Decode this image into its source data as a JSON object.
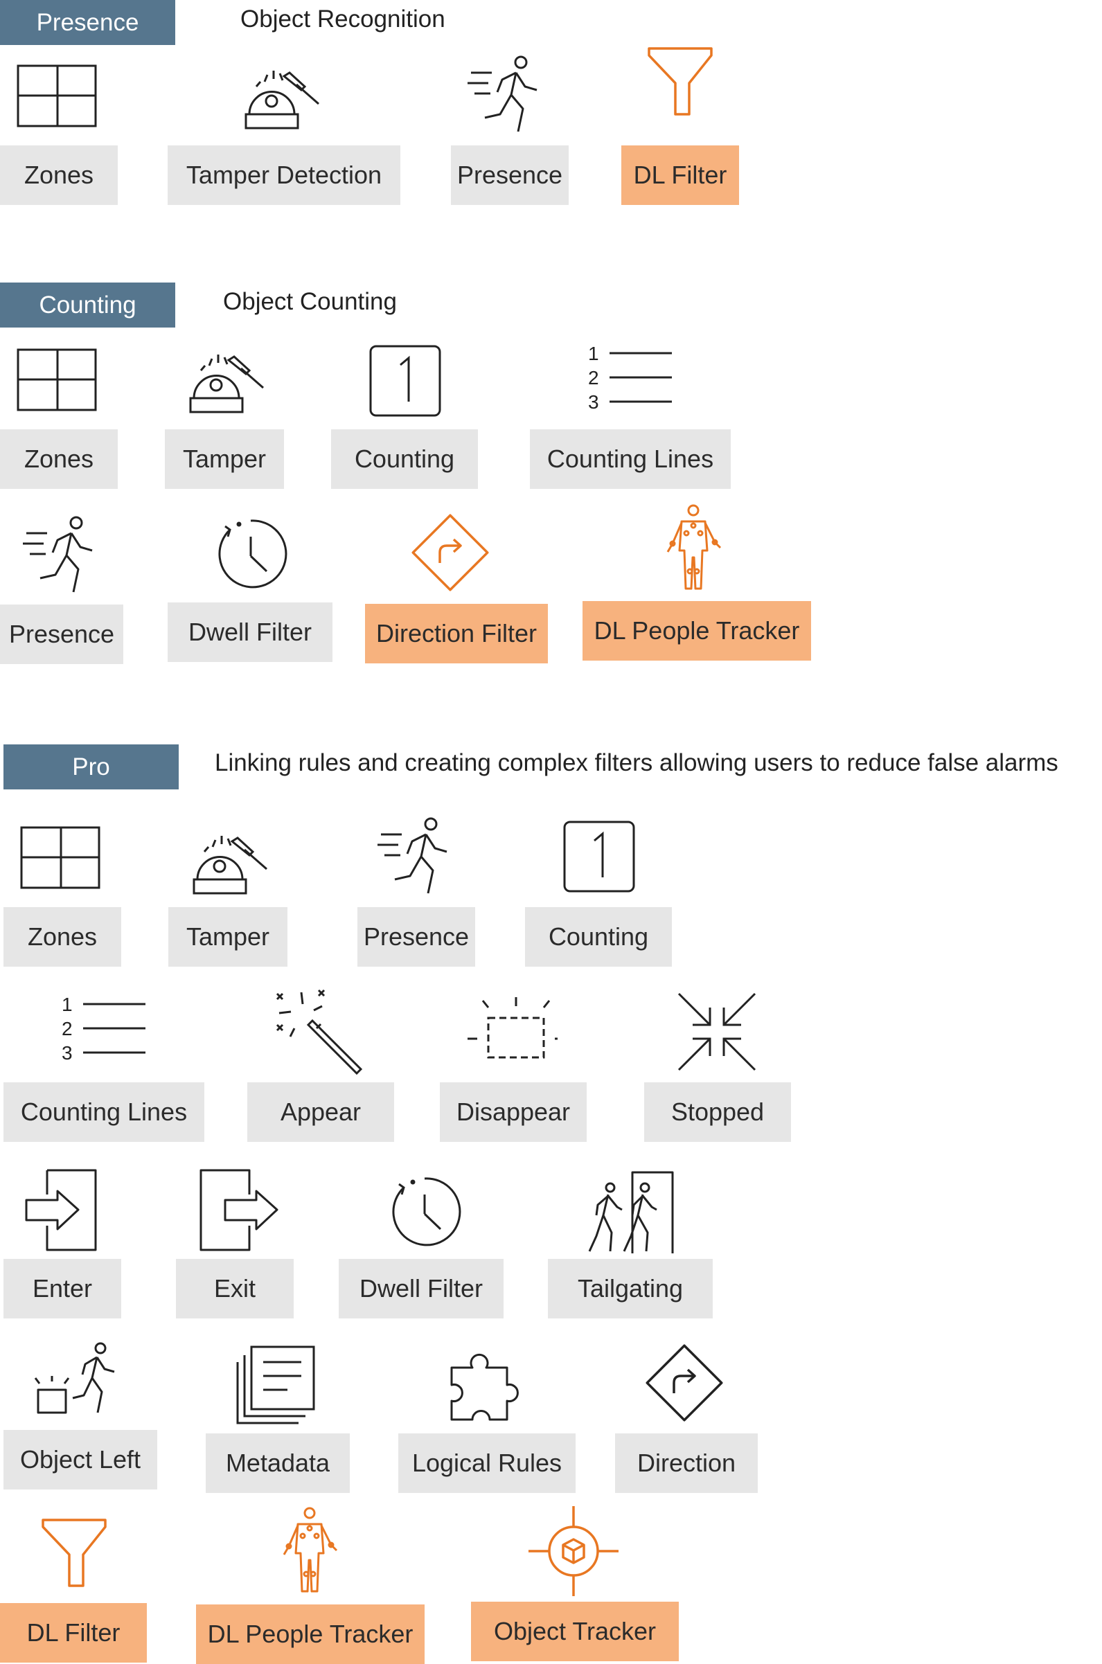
{
  "colors": {
    "tier_bg": "#56768e",
    "label_bg": "#e6e6e6",
    "dl_label_bg": "#f7b27e",
    "dl_icon": "#e87722",
    "icon": "#222222"
  },
  "presence": {
    "tier": "Presence",
    "desc": "Object Recognition",
    "items": [
      {
        "label": "Zones",
        "icon": "zones-icon"
      },
      {
        "label": "Tamper Detection",
        "icon": "tamper-icon"
      },
      {
        "label": "Presence",
        "icon": "running-person-icon"
      },
      {
        "label": "DL Filter",
        "icon": "funnel-icon",
        "dl": true
      }
    ]
  },
  "counting": {
    "tier": "Counting",
    "desc": "Object Counting",
    "items": [
      {
        "label": "Zones",
        "icon": "zones-icon"
      },
      {
        "label": "Tamper",
        "icon": "tamper-icon"
      },
      {
        "label": "Counting",
        "icon": "counter-icon"
      },
      {
        "label": "Counting Lines",
        "icon": "numbered-lines-icon"
      },
      {
        "label": "Presence",
        "icon": "running-person-icon"
      },
      {
        "label": "Dwell Filter",
        "icon": "clock-icon"
      },
      {
        "label": "Direction Filter",
        "icon": "direction-sign-icon",
        "dl": true
      },
      {
        "label": "DL People Tracker",
        "icon": "skeleton-person-icon",
        "dl": true
      }
    ]
  },
  "pro": {
    "tier": "Pro",
    "desc": "Linking rules and creating complex filters allowing users to reduce false alarms",
    "items": [
      {
        "label": "Zones",
        "icon": "zones-icon"
      },
      {
        "label": "Tamper",
        "icon": "tamper-icon"
      },
      {
        "label": "Presence",
        "icon": "running-person-icon"
      },
      {
        "label": "Counting",
        "icon": "counter-icon"
      },
      {
        "label": "Counting Lines",
        "icon": "numbered-lines-icon"
      },
      {
        "label": "Appear",
        "icon": "magic-wand-icon"
      },
      {
        "label": "Disappear",
        "icon": "dashed-box-icon"
      },
      {
        "label": "Stopped",
        "icon": "converging-arrows-icon"
      },
      {
        "label": "Enter",
        "icon": "enter-icon"
      },
      {
        "label": "Exit",
        "icon": "exit-icon"
      },
      {
        "label": "Dwell Filter",
        "icon": "clock-icon"
      },
      {
        "label": "Tailgating",
        "icon": "tailgating-icon"
      },
      {
        "label": "Object Left",
        "icon": "object-left-icon"
      },
      {
        "label": "Metadata",
        "icon": "documents-icon"
      },
      {
        "label": "Logical Rules",
        "icon": "puzzle-icon"
      },
      {
        "label": "Direction",
        "icon": "direction-sign-icon"
      },
      {
        "label": "DL Filter",
        "icon": "funnel-icon",
        "dl": true
      },
      {
        "label": "DL People Tracker",
        "icon": "skeleton-person-icon",
        "dl": true
      },
      {
        "label": "Object Tracker",
        "icon": "crosshair-cube-icon",
        "dl": true
      }
    ]
  }
}
